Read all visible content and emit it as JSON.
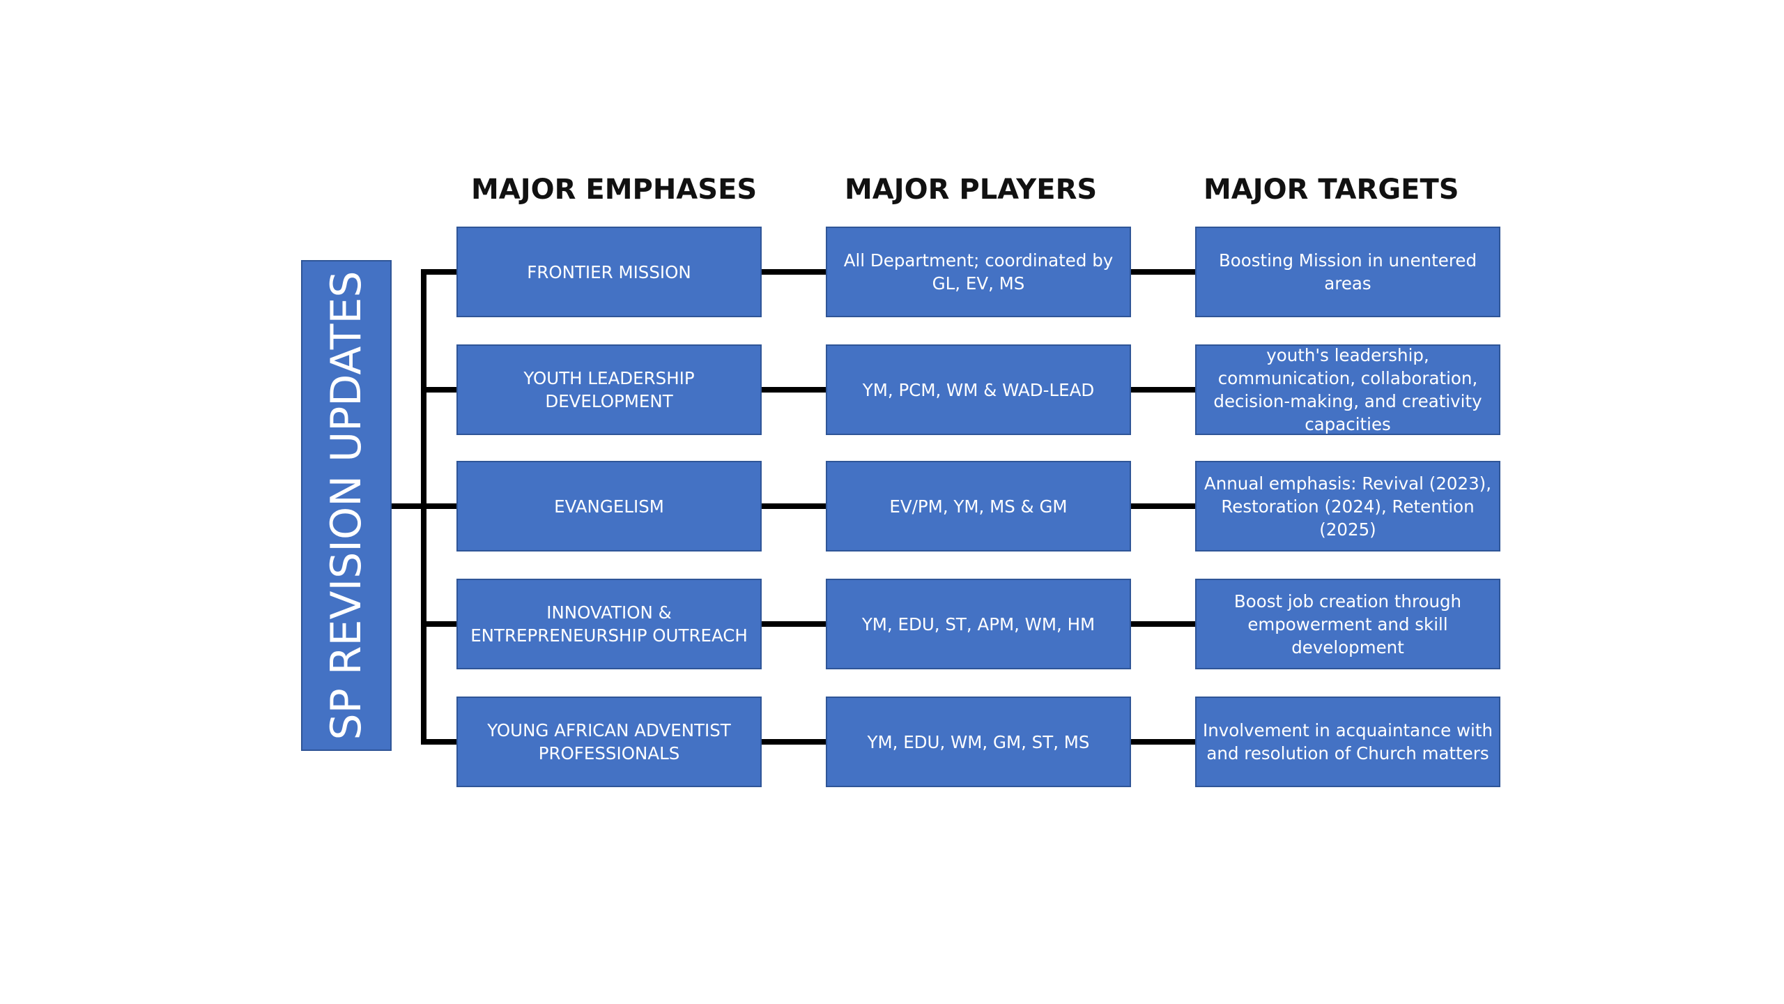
{
  "title": "SP REVISION UPDATES",
  "headers": {
    "emphases": "MAJOR EMPHASES",
    "players": "MAJOR PLAYERS",
    "targets": "MAJOR TARGETS"
  },
  "rows": [
    {
      "emphasis": "FRONTIER MISSION",
      "players": "All Department; coordinated by GL, EV, MS",
      "target": "Boosting Mission in unentered areas"
    },
    {
      "emphasis": "YOUTH LEADERSHIP DEVELOPMENT",
      "players": "YM, PCM, WM & WAD-LEAD",
      "target": "youth's leadership, communication, collaboration, decision-making, and creativity capacities"
    },
    {
      "emphasis": "EVANGELISM",
      "players": "EV/PM, YM,  MS & GM",
      "target": "Annual emphasis: Revival (2023), Restoration (2024), Retention (2025)"
    },
    {
      "emphasis": "INNOVATION & ENTREPRENEURSHIP OUTREACH",
      "players": "YM, EDU, ST, APM, WM, HM",
      "target": "Boost job creation through empowerment and skill development"
    },
    {
      "emphasis": "YOUNG AFRICAN ADVENTIST PROFESSIONALS",
      "players": "YM, EDU, WM, GM, ST, MS",
      "target": "Involvement in acquaintance with and resolution of Church matters"
    }
  ],
  "colors": {
    "box_fill": "#4472c4",
    "box_border": "#2f5597",
    "box_text": "#ffffff",
    "connector": "#000000",
    "header_text": "#111111",
    "background": "#ffffff"
  }
}
